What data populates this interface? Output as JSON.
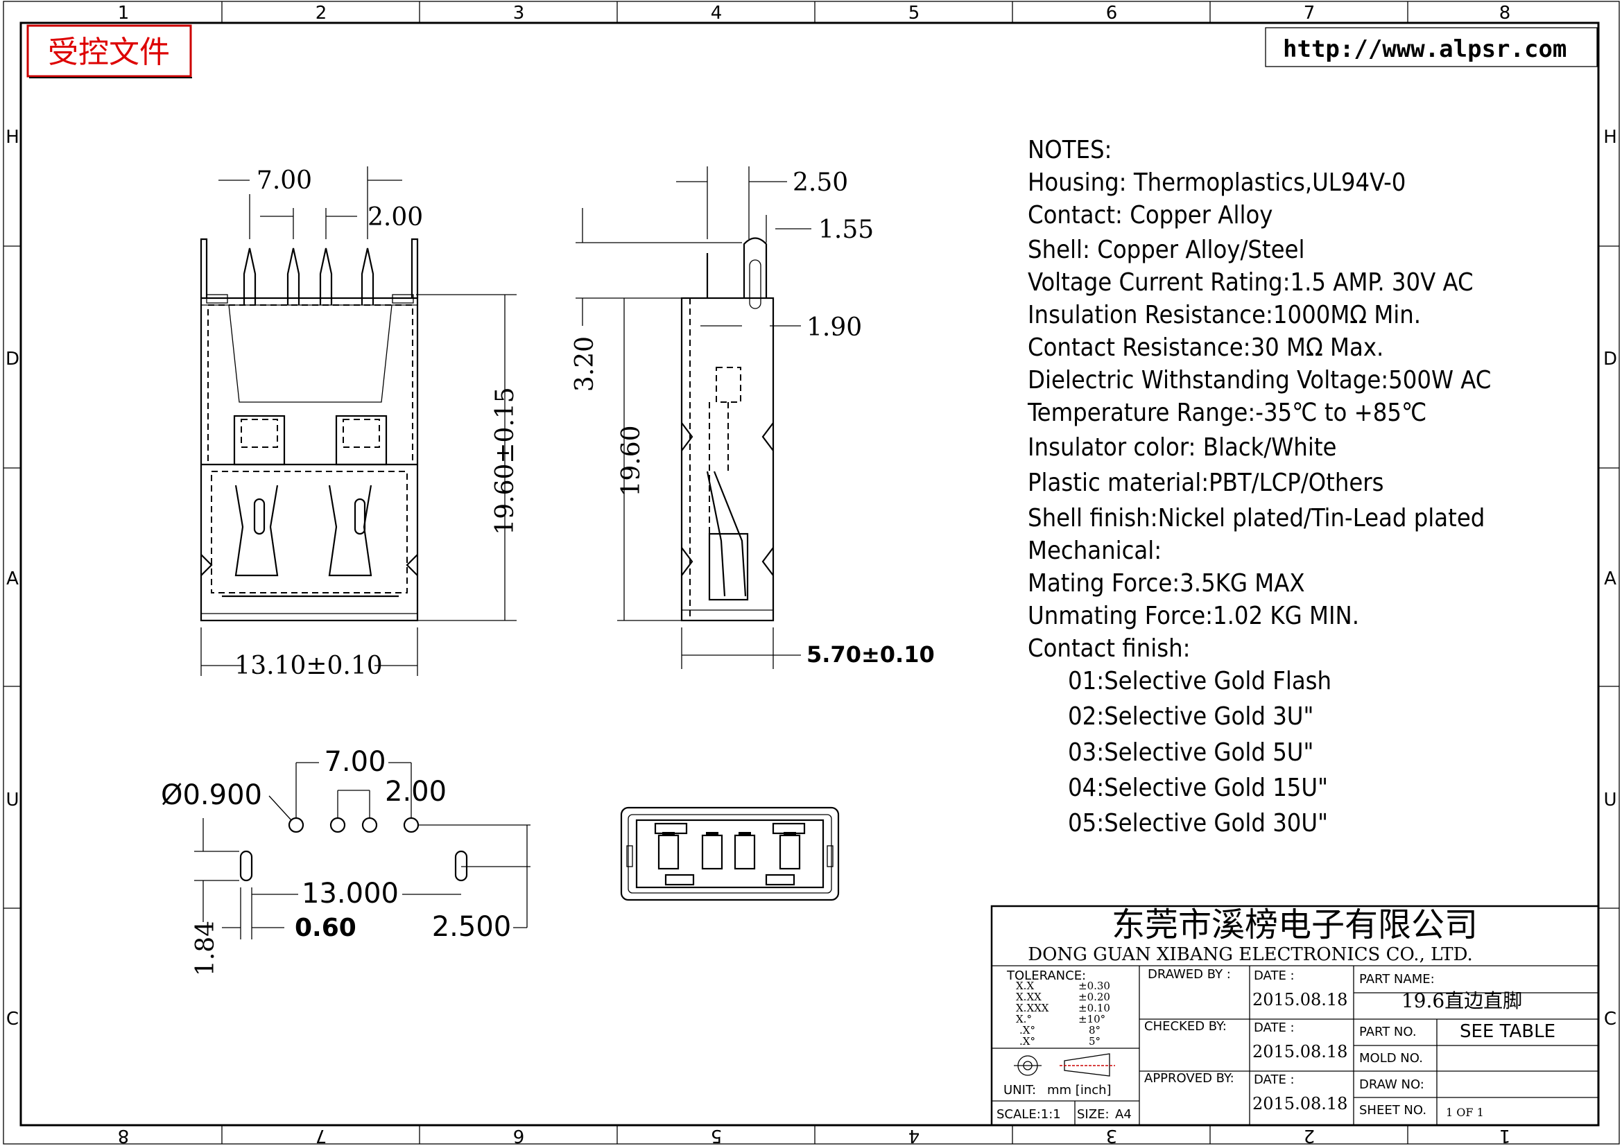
{
  "border": {
    "top_columns": [
      "1",
      "2",
      "3",
      "4",
      "5",
      "6",
      "7",
      "8"
    ],
    "bottom_columns": [
      "8",
      "7",
      "6",
      "5",
      "4",
      "3",
      "2",
      "1"
    ],
    "left_rows": [
      "H",
      "D",
      "A",
      "U",
      "C"
    ],
    "right_rows": [
      "H",
      "D",
      "A",
      "U",
      "C"
    ]
  },
  "stamp": "受控文件",
  "website": "http://www.alpsr.com",
  "front_view": {
    "dim_pitch": "7.00",
    "dim_pin_width": "2.00",
    "dim_height": "19.60±0.15",
    "dim_width": "13.10±0.10"
  },
  "side_view": {
    "dim_top": "2.50",
    "dim_lead": "1.55",
    "dim_offset": "1.90",
    "dim_pin": "3.20",
    "dim_height": "19.60",
    "dim_depth": "5.70±0.10"
  },
  "footprint": {
    "dim_pitch": "7.00",
    "dim_spacing": "2.00",
    "dim_hole": "Ø0.900",
    "dim_span": "13.000",
    "dim_row": "2.500",
    "dim_slot_w": "0.60",
    "dim_slot_h": "1.84"
  },
  "notes": {
    "heading": "NOTES:",
    "lines": [
      "Housing:  Thermoplastics,UL94V-0",
      "Contact:  Copper Alloy",
      "Shell:  Copper Alloy/Steel",
      "Voltage Current Rating:1.5 AMP. 30V AC",
      "Insulation Resistance:1000MΩ Min.",
      "Contact Resistance:30 MΩ Max.",
      "Dielectric Withstanding Voltage:500W AC",
      "Temperature Range:-35℃ to +85℃",
      "Insulator color: Black/White",
      "Plastic material:PBT/LCP/Others",
      "Shell finish:Nickel plated/Tin-Lead plated",
      "Mechanical:",
      "Mating Force:3.5KG MAX",
      "Unmating Force:1.02 KG MIN.",
      "Contact finish:"
    ],
    "finish_options": [
      "01:Selective Gold Flash",
      "02:Selective Gold 3U\"",
      "03:Selective Gold 5U\"",
      "04:Selective Gold 15U\"",
      "05:Selective Gold 30U\""
    ]
  },
  "title_block": {
    "company_cn": "东莞市溪榜电子有限公司",
    "company_en": "DONG GUAN XIBANG ELECTRONICS CO., LTD.",
    "tolerance_label": "TOLERANCE:",
    "tolerance_rows": [
      {
        "fmt": "X.X",
        "val": "±0.30"
      },
      {
        "fmt": "X.XX",
        "val": "±0.20"
      },
      {
        "fmt": "X.XXX",
        "val": "±0.10"
      },
      {
        "fmt": "X.°",
        "val": "±10°"
      },
      {
        "fmt": ".X°",
        "val": "8°"
      },
      {
        "fmt": ".X°",
        "val": "5°"
      }
    ],
    "unit_label": "UNIT:",
    "unit_value": "mm [inch]",
    "scale_label": "SCALE:1:1",
    "size_label": "SIZE:",
    "size_value": "A4",
    "drawn_by_label": "DRAWED BY :",
    "checked_by_label": "CHECKED BY:",
    "approved_by_label": "APPROVED BY:",
    "date_label": "DATE :",
    "date_drawn": "2015.08.18",
    "date_checked": "2015.08.18",
    "date_approved": "2015.08.18",
    "part_name_label": "PART NAME:",
    "part_name_value": "19.6直边直脚",
    "part_no_label": "PART NO.",
    "part_no_value": "SEE TABLE",
    "mold_no_label": "MOLD NO.",
    "draw_no_label": "DRAW NO:",
    "sheet_no_label": "SHEET NO.",
    "sheet_value": "1 OF 1"
  }
}
